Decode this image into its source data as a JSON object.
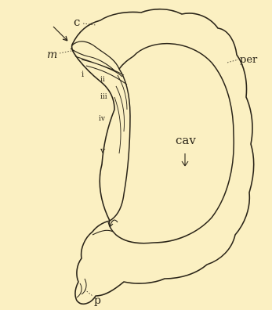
{
  "labels": {
    "c": "c",
    "m": "m",
    "per": "per",
    "i": "i",
    "ii": "ii",
    "iii": "iii",
    "iv": "iv",
    "v": "v",
    "cav": "cav",
    "p": "p"
  },
  "colors": {
    "background": "#fbf0c2",
    "ink": "#2a2418",
    "body_fill": "#fbf0c2"
  }
}
